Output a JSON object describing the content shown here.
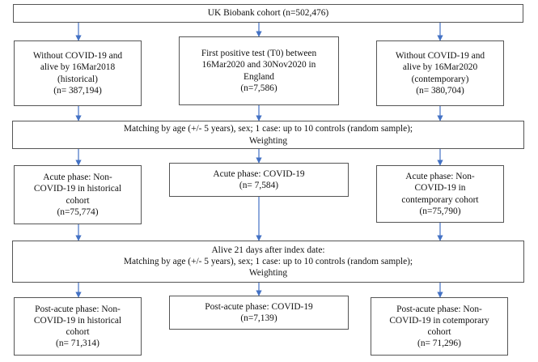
{
  "flowchart": {
    "cohort": {
      "lines": [
        "UK Biobank cohort (n=502,476)"
      ]
    },
    "historical": {
      "lines": [
        "Without COVID-19 and",
        "alive by 16Mar2018",
        "(historical)",
        "(n= 387,194)"
      ]
    },
    "covid": {
      "lines": [
        "First positive test (T0) between",
        "16Mar2020 and 30Nov2020 in",
        "England",
        "(n=7,586)"
      ]
    },
    "contemporary": {
      "lines": [
        "Without COVID-19 and",
        "alive by 16Mar2020",
        "(contemporary)",
        "(n= 380,704)"
      ]
    },
    "matching1": {
      "lines": [
        "Matching by age (+/- 5 years), sex; 1 case: up to 10 controls (random sample);",
        "Weighting"
      ]
    },
    "acute_historical": {
      "lines": [
        "Acute phase: Non-",
        "COVID-19 in historical",
        "cohort",
        "(n=75,774)"
      ]
    },
    "acute_covid": {
      "lines": [
        "Acute phase: COVID-19",
        "(n= 7,584)"
      ]
    },
    "acute_contemporary": {
      "lines": [
        "Acute phase: Non-",
        "COVID-19 in",
        "contemporary cohort",
        "(n=75,790)"
      ]
    },
    "matching2": {
      "lines": [
        "Alive 21 days after index date:",
        "Matching by age (+/- 5 years), sex; 1 case: up to 10 controls (random sample);",
        "Weighting"
      ]
    },
    "post_historical": {
      "lines": [
        "Post-acute phase: Non-",
        "COVID-19 in historical",
        "cohort",
        "(n= 71,314)"
      ]
    },
    "post_covid": {
      "lines": [
        "Post-acute phase: COVID-19",
        "(n=7,139)"
      ]
    },
    "post_contemporary": {
      "lines": [
        "Post-acute phase: Non-",
        "COVID-19 in cotemporary",
        "cohort",
        "(n= 71,296)"
      ]
    }
  },
  "colors": {
    "arrow": "#4472c4",
    "border": "#555555",
    "text": "#111111"
  }
}
